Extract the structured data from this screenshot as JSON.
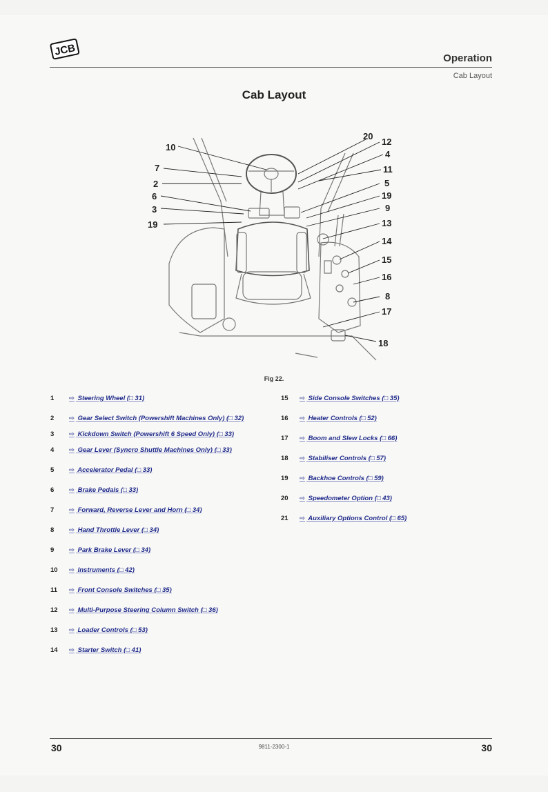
{
  "header": {
    "logo_text": "JCB",
    "section": "Operation",
    "subsection": "Cab Layout"
  },
  "title": "Cab Layout",
  "figure": {
    "caption": "Fig 22.",
    "callouts_left": [
      "10",
      "7",
      "2",
      "6",
      "3",
      "19"
    ],
    "callouts_right": [
      "20",
      "12",
      "4",
      "11",
      "5",
      "19",
      "9",
      "13",
      "14",
      "15",
      "16",
      "8",
      "17",
      "18"
    ]
  },
  "items_left": [
    {
      "num": "1",
      "text": "Steering Wheel (",
      "page": " 31)",
      "multiline": false
    },
    {
      "num": "2",
      "text": "Gear Select Switch (Powershift Machines Only) (",
      "page": " 32)",
      "multiline": true
    },
    {
      "num": "3",
      "text": "Kickdown Switch (Powershift 6 Speed Only) (",
      "page": " 33)",
      "multiline": true
    },
    {
      "num": "4",
      "text": "Gear Lever (Syncro Shuttle Machines Only) (",
      "page": " 33)",
      "multiline": true
    },
    {
      "num": "5",
      "text": "Accelerator Pedal (",
      "page": " 33)",
      "multiline": false
    },
    {
      "num": "6",
      "text": "Brake Pedals (",
      "page": " 33)",
      "multiline": false
    },
    {
      "num": "7",
      "text": "Forward, Reverse Lever and Horn (",
      "page": " 34)",
      "multiline": false
    },
    {
      "num": "8",
      "text": "Hand Throttle Lever (",
      "page": " 34)",
      "multiline": false
    },
    {
      "num": "9",
      "text": "Park Brake Lever (",
      "page": " 34)",
      "multiline": false
    },
    {
      "num": "10",
      "text": "Instruments (",
      "page": " 42)",
      "multiline": false
    },
    {
      "num": "11",
      "text": "Front Console Switches (",
      "page": " 35)",
      "multiline": false
    },
    {
      "num": "12",
      "text": "Multi-Purpose Steering Column Switch (",
      "page": " 36)",
      "multiline": false
    },
    {
      "num": "13",
      "text": "Loader Controls (",
      "page": " 53)",
      "multiline": false
    },
    {
      "num": "14",
      "text": "Starter Switch (",
      "page": " 41)",
      "multiline": false
    }
  ],
  "items_right": [
    {
      "num": "15",
      "text": "Side Console Switches (",
      "page": " 35)"
    },
    {
      "num": "16",
      "text": "Heater Controls (",
      "page": " 52)"
    },
    {
      "num": "17",
      "text": "Boom and Slew Locks (",
      "page": " 66)"
    },
    {
      "num": "18",
      "text": "Stabiliser Controls (",
      "page": " 57)"
    },
    {
      "num": "19",
      "text": "Backhoe Controls (",
      "page": " 59)"
    },
    {
      "num": "20",
      "text": "Speedometer Option (",
      "page": " 43)"
    },
    {
      "num": "21",
      "text": "Auxiliary Options Control (",
      "page": " 65)"
    }
  ],
  "footer": {
    "page_left": "30",
    "doc_code": "9811-2300-1",
    "page_right": "30"
  }
}
